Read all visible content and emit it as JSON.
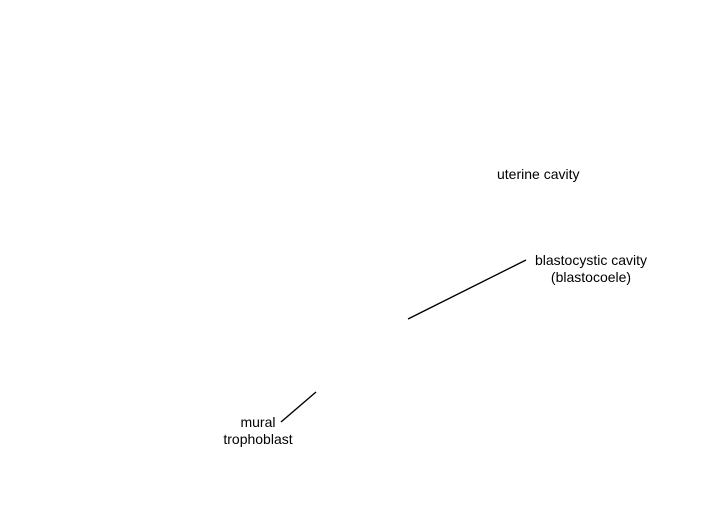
{
  "labels": {
    "uterine_cavity": "uterine cavity",
    "blastocystic_cavity_line1": "blastocystic cavity",
    "blastocystic_cavity_line2": "(blastocoele)",
    "mural_trophoblast_line1": "mural",
    "mural_trophoblast_line2": "trophoblast"
  },
  "colors": {
    "background": "#ffffff",
    "text": "#000000",
    "leader_line": "#000000"
  }
}
